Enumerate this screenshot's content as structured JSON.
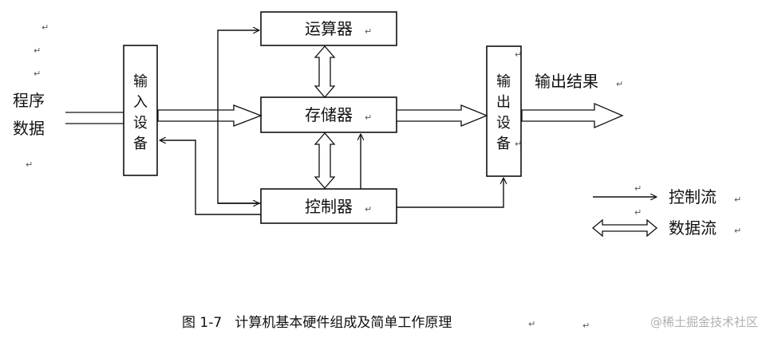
{
  "diagram": {
    "input_source": [
      "程序",
      "数据"
    ],
    "input_device": [
      "输",
      "入",
      "设",
      "备"
    ],
    "alu": "运算器",
    "memory": "存储器",
    "control_unit": "控制器",
    "output_device": [
      "输",
      "出",
      "设",
      "备"
    ],
    "output_result": "输出结果",
    "legend": {
      "control_flow": "控制流",
      "data_flow": "数据流"
    },
    "caption": "图 1-7   计算机基本硬件组成及简单工作原理",
    "paragraph_mark": "↵",
    "watermark": "@稀土掘金技术社区"
  }
}
